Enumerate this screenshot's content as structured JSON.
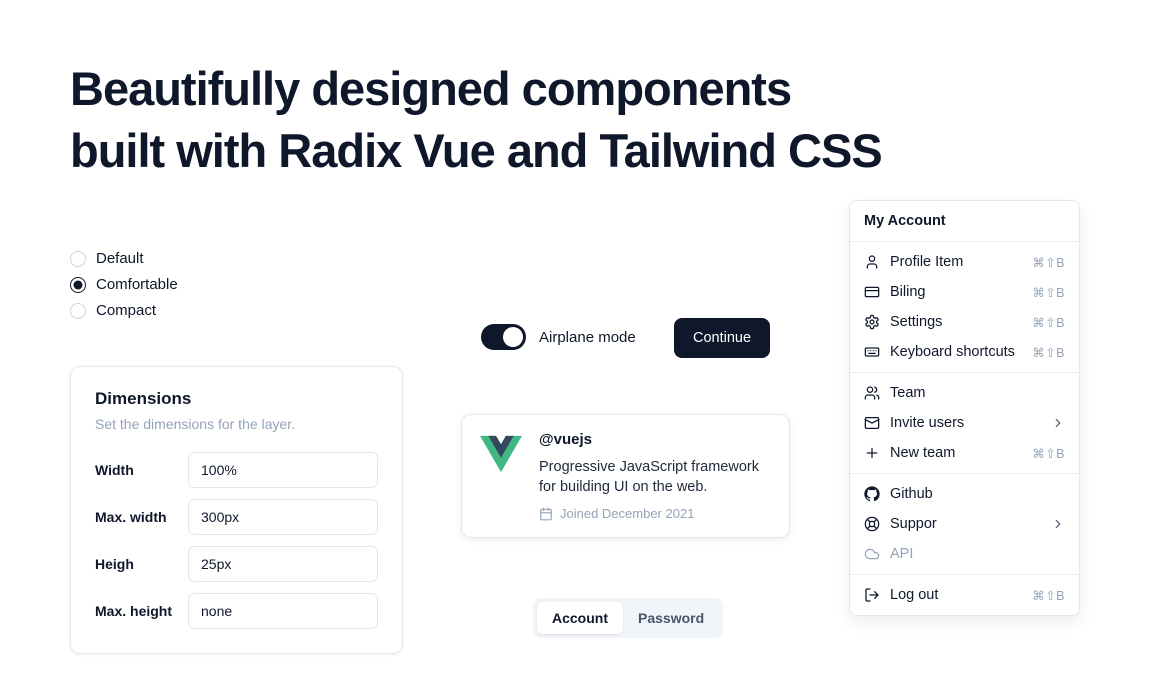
{
  "page": {
    "title_line1": "Beautifully designed components",
    "title_line2": "built with Radix Vue and Tailwind CSS"
  },
  "radio_group": {
    "options": [
      {
        "label": "Default",
        "selected": false
      },
      {
        "label": "Comfortable",
        "selected": true
      },
      {
        "label": "Compact",
        "selected": false
      }
    ]
  },
  "dimensions_card": {
    "title": "Dimensions",
    "subtitle": "Set the dimensions for the layer.",
    "fields": [
      {
        "label": "Width",
        "value": "100%"
      },
      {
        "label": "Max. width",
        "value": "300px"
      },
      {
        "label": "Heigh",
        "value": "25px"
      },
      {
        "label": "Max. height",
        "value": "none"
      }
    ]
  },
  "airplane_switch": {
    "label": "Airplane mode",
    "on": true
  },
  "continue_button": {
    "label": "Continue"
  },
  "hover_card": {
    "logo": "vue-logo",
    "handle": "@vuejs",
    "description": "Progressive JavaScript framework for building UI on the web.",
    "joined": "Joined December 2021",
    "joined_icon": "calendar"
  },
  "tabs": {
    "items": [
      {
        "label": "Account",
        "active": true
      },
      {
        "label": "Password",
        "active": false
      }
    ]
  },
  "menu": {
    "title": "My Account",
    "groups": [
      [
        {
          "icon": "user",
          "label": "Profile Item",
          "shortcut": "⌘⇧B"
        },
        {
          "icon": "credit-card",
          "label": "Biling",
          "shortcut": "⌘⇧B"
        },
        {
          "icon": "gear",
          "label": "Settings",
          "shortcut": "⌘⇧B"
        },
        {
          "icon": "keyboard",
          "label": "Keyboard shortcuts",
          "shortcut": "⌘⇧B"
        }
      ],
      [
        {
          "icon": "users",
          "label": "Team"
        },
        {
          "icon": "mail",
          "label": "Invite users",
          "chevron": true
        },
        {
          "icon": "plus",
          "label": "New team",
          "shortcut": "⌘⇧B"
        }
      ],
      [
        {
          "icon": "github",
          "label": "Github"
        },
        {
          "icon": "lifebuoy",
          "label": "Suppor",
          "chevron": true
        },
        {
          "icon": "cloud",
          "label": "API",
          "disabled": true
        }
      ],
      [
        {
          "icon": "log-out",
          "label": "Log out",
          "shortcut": "⌘⇧B"
        }
      ]
    ]
  },
  "colors": {
    "text_primary": "#0f172a",
    "text_muted": "#94a3b8",
    "border": "#e2e8f0",
    "dark_accent": "#0f172a",
    "tabs_background": "#f1f5f9",
    "vue_green": "#41B883",
    "vue_navy": "#35495E"
  }
}
